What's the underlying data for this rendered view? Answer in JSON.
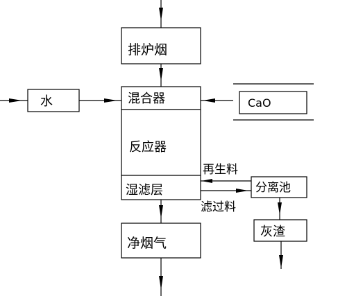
{
  "diagram": {
    "nodes": {
      "flue_gas_in": "排炉烟",
      "water": "水",
      "mixer": "混合器",
      "cao": "CaO",
      "reactor": "反应器",
      "wet_filter": "湿滤层",
      "separator": "分离池",
      "clean_gas": "净烟气",
      "ash": "灰渣"
    },
    "edge_labels": {
      "regenerated": "再生料",
      "filtrate": "滤过料"
    }
  }
}
